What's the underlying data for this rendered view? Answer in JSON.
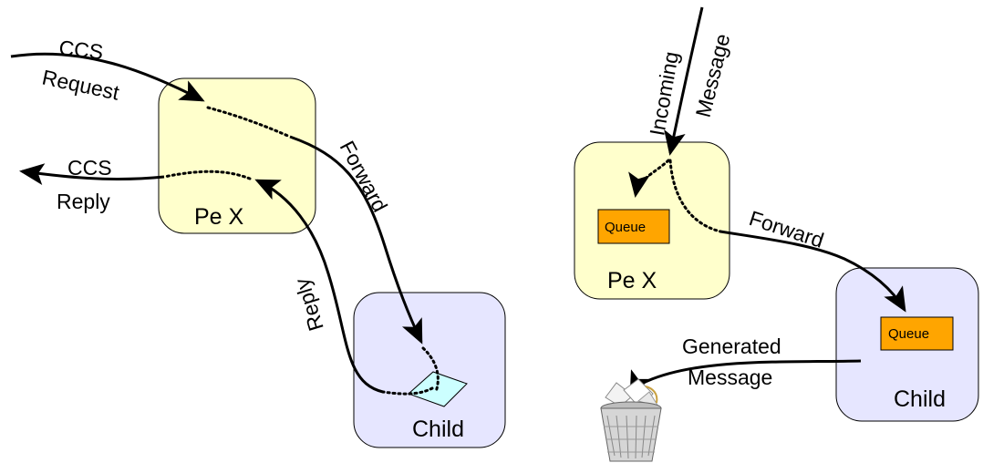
{
  "left_diagram": {
    "node_main": "Pe X",
    "node_child": "Child",
    "in_label_1": "CCS",
    "in_label_2": "Request",
    "out_label_1": "CCS",
    "out_label_2": "Reply",
    "forward_label": "Forward",
    "reply_label": "Reply"
  },
  "right_diagram": {
    "node_main": "Pe X",
    "node_child": "Child",
    "incoming_label_1": "Incoming",
    "incoming_label_2": "Message",
    "forward_label": "Forward",
    "queue_main": "Queue",
    "queue_child": "Queue",
    "generated_label_1": "Generated",
    "generated_label_2": "Message",
    "trash_icon": "trash-can-icon"
  },
  "colors": {
    "pe_fill": "#ffffcc",
    "child_fill": "#e6e6ff",
    "queue_fill": "#ffa500",
    "diamond_fill": "#ccffff",
    "stroke": "#000000"
  }
}
